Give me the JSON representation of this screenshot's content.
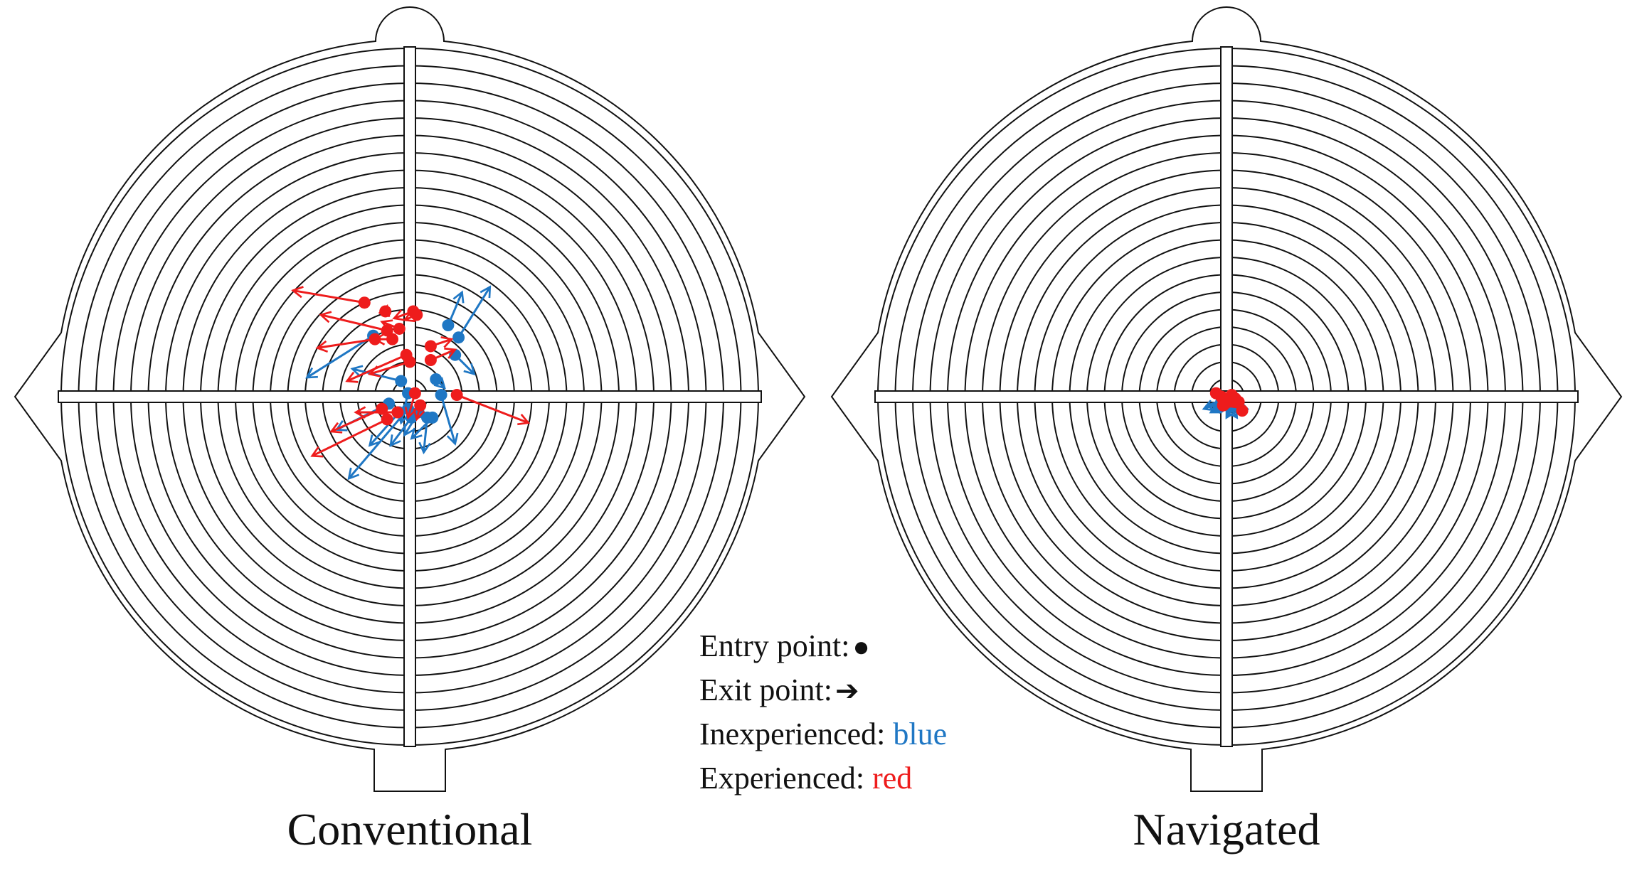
{
  "panels": [
    {
      "title": "Conventional",
      "key": "conventional"
    },
    {
      "title": "Navigated",
      "key": "navigated"
    }
  ],
  "legend": {
    "entry_label": "Entry point:",
    "entry_symbol": "●",
    "exit_label": "Exit point:",
    "exit_symbol": "➔",
    "inexperienced_label": "Inexperienced:",
    "inexperienced_value": "blue",
    "experienced_label": "Experienced:",
    "experienced_value": "red"
  },
  "colors": {
    "inexperienced": "#1f77c4",
    "experienced": "#ee1c1c",
    "outline": "#111111"
  },
  "target": {
    "ring_count": 20
  },
  "trajectories": {
    "units": "offset from target center in ring widths, x right, y up",
    "conventional": {
      "experienced": [
        {
          "entry": [
            -2.6,
            5.4
          ],
          "exit": [
            -6.7,
            6.1
          ]
        },
        {
          "entry": [
            -1.4,
            4.9
          ],
          "exit": [
            -1.3,
            5.2
          ]
        },
        {
          "entry": [
            0.2,
            4.9
          ],
          "exit": [
            -0.9,
            4.5
          ]
        },
        {
          "entry": [
            0.4,
            4.7
          ],
          "exit": [
            -0.3,
            4.4
          ]
        },
        {
          "entry": [
            -1.3,
            3.8
          ],
          "exit": [
            -5.1,
            4.7
          ]
        },
        {
          "entry": [
            -0.6,
            3.9
          ],
          "exit": [
            -1.6,
            4.3
          ]
        },
        {
          "entry": [
            -2.0,
            3.3
          ],
          "exit": [
            -5.3,
            2.8
          ]
        },
        {
          "entry": [
            -1.0,
            3.3
          ],
          "exit": [
            -2.0,
            3.3
          ]
        },
        {
          "entry": [
            1.2,
            2.9
          ],
          "exit": [
            2.4,
            3.3
          ]
        },
        {
          "entry": [
            -0.2,
            2.4
          ],
          "exit": [
            -3.6,
            0.9
          ]
        },
        {
          "entry": [
            0.0,
            2.0
          ],
          "exit": [
            -2.3,
            1.3
          ]
        },
        {
          "entry": [
            1.2,
            2.1
          ],
          "exit": [
            2.6,
            2.7
          ]
        },
        {
          "entry": [
            0.3,
            0.2
          ],
          "exit": [
            -0.1,
            -1.2
          ]
        },
        {
          "entry": [
            2.7,
            0.1
          ],
          "exit": [
            6.8,
            -1.5
          ]
        },
        {
          "entry": [
            0.6,
            -0.5
          ],
          "exit": [
            0.4,
            -1.3
          ]
        },
        {
          "entry": [
            -1.6,
            -0.7
          ],
          "exit": [
            -4.5,
            -2.0
          ]
        },
        {
          "entry": [
            -1.3,
            -1.3
          ],
          "exit": [
            -5.6,
            -3.4
          ]
        },
        {
          "entry": [
            -0.7,
            -0.9
          ],
          "exit": [
            -3.1,
            -0.9
          ]
        }
      ],
      "inexperienced": [
        {
          "entry": [
            2.2,
            4.1
          ],
          "exit": [
            3.0,
            6.0
          ]
        },
        {
          "entry": [
            2.8,
            3.4
          ],
          "exit": [
            4.6,
            6.3
          ]
        },
        {
          "entry": [
            -2.1,
            3.5
          ],
          "exit": [
            -5.9,
            1.1
          ]
        },
        {
          "entry": [
            2.6,
            2.4
          ],
          "exit": [
            3.7,
            1.3
          ]
        },
        {
          "entry": [
            -0.5,
            0.9
          ],
          "exit": [
            -3.3,
            1.6
          ]
        },
        {
          "entry": [
            1.5,
            1.0
          ],
          "exit": [
            2.0,
            0.5
          ]
        },
        {
          "entry": [
            -0.1,
            0.2
          ],
          "exit": [
            -0.5,
            -1.5
          ]
        },
        {
          "entry": [
            1.8,
            0.1
          ],
          "exit": [
            2.6,
            -2.7
          ]
        },
        {
          "entry": [
            -1.2,
            -0.4
          ],
          "exit": [
            -4.2,
            -1.9
          ]
        },
        {
          "entry": [
            -0.6,
            -0.9
          ],
          "exit": [
            -2.3,
            -2.8
          ]
        },
        {
          "entry": [
            -0.1,
            -0.7
          ],
          "exit": [
            -3.5,
            -4.7
          ]
        },
        {
          "entry": [
            0.1,
            -1.2
          ],
          "exit": [
            -1.1,
            -2.8
          ]
        },
        {
          "entry": [
            1.0,
            -1.2
          ],
          "exit": [
            0.8,
            -3.2
          ]
        },
        {
          "entry": [
            1.3,
            -1.2
          ],
          "exit": [
            0.1,
            -2.4
          ]
        },
        {
          "entry": [
            0.5,
            -0.9
          ],
          "exit": [
            -0.3,
            -2.2
          ]
        }
      ]
    },
    "navigated": {
      "experienced": [
        {
          "entry": [
            -0.6,
            0.2
          ],
          "exit": [
            0.1,
            -0.3
          ]
        },
        {
          "entry": [
            -0.3,
            0.0
          ],
          "exit": [
            0.3,
            -0.2
          ]
        },
        {
          "entry": [
            0.3,
            0.1
          ],
          "exit": [
            -0.2,
            -0.5
          ]
        },
        {
          "entry": [
            0.5,
            -0.1
          ],
          "exit": [
            0.0,
            -0.4
          ]
        },
        {
          "entry": [
            0.1,
            -0.3
          ],
          "exit": [
            0.5,
            -0.6
          ]
        },
        {
          "entry": [
            0.7,
            -0.3
          ],
          "exit": [
            0.2,
            -0.5
          ]
        },
        {
          "entry": [
            0.9,
            -0.8
          ],
          "exit": [
            0.6,
            -0.4
          ]
        },
        {
          "entry": [
            -0.2,
            -0.5
          ],
          "exit": [
            0.4,
            -0.3
          ]
        }
      ],
      "inexperienced": [
        {
          "entry": [
            -0.3,
            -0.3
          ],
          "exit": [
            -1.3,
            -0.7
          ]
        },
        {
          "entry": [
            0.0,
            -0.4
          ],
          "exit": [
            -0.9,
            -0.9
          ]
        },
        {
          "entry": [
            0.4,
            -0.5
          ],
          "exit": [
            0.0,
            -1.2
          ]
        },
        {
          "entry": [
            0.2,
            -0.6
          ],
          "exit": [
            0.6,
            -1.2
          ]
        },
        {
          "entry": [
            0.6,
            -0.5
          ],
          "exit": [
            1.2,
            -0.7
          ]
        },
        {
          "entry": [
            -0.4,
            -0.6
          ],
          "exit": [
            -1.1,
            -0.5
          ]
        }
      ]
    }
  }
}
